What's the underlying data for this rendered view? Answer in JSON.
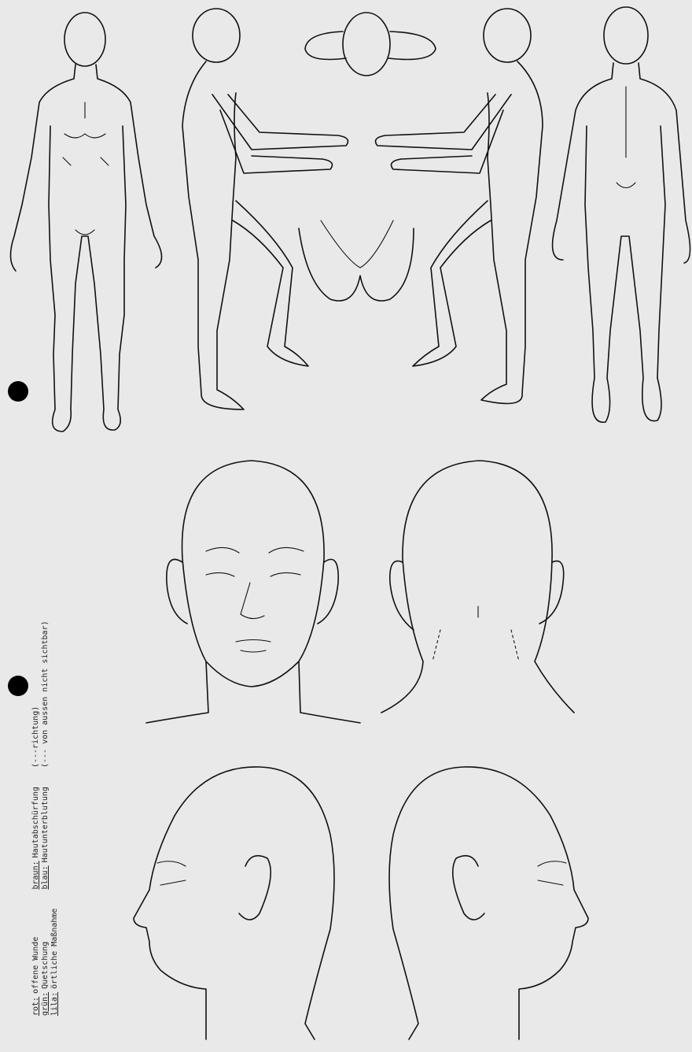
{
  "legend": {
    "col1": [
      {
        "key": "rot:",
        "text": "offene Wunde"
      },
      {
        "key": "grün:",
        "text": "Quetschung"
      },
      {
        "key": "lila:",
        "text": "örtliche Maßnahme"
      }
    ],
    "col2": [
      {
        "key": "braun:",
        "text": "Hautabschürfung"
      },
      {
        "key": "blau:",
        "text": "Hautunterblutung"
      }
    ],
    "col3": [
      {
        "text": "(---richtung)"
      },
      {
        "text": "(--- von aussen nicht sichtbar)"
      }
    ]
  }
}
